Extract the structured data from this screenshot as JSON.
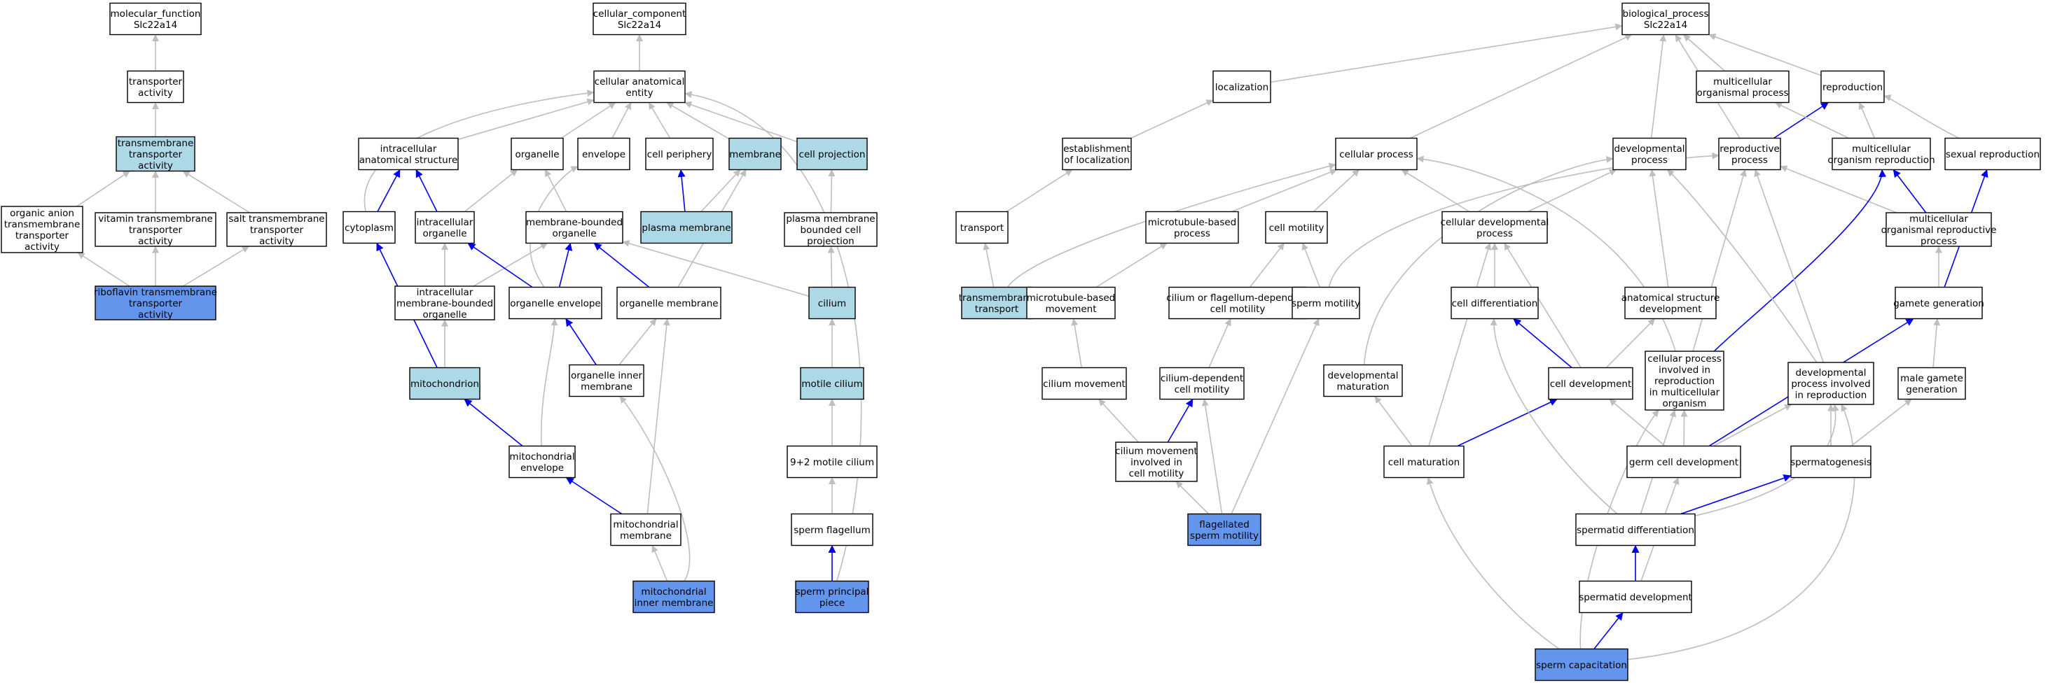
{
  "colors": {
    "default": "#ffffff",
    "light": "#add8e6",
    "dark": "#6495ed",
    "edge_gray": "#bebebe",
    "edge_blue": "#0000ee"
  },
  "nodes": [
    {
      "id": "mf",
      "lines": [
        "molecular_function",
        "Slc22a14"
      ],
      "style": "default"
    },
    {
      "id": "ta",
      "lines": [
        "transporter",
        "activity"
      ],
      "style": "default"
    },
    {
      "id": "tmta",
      "lines": [
        "transmembrane",
        "transporter",
        "activity"
      ],
      "style": "light"
    },
    {
      "id": "oata",
      "lines": [
        "organic anion",
        "transmembrane",
        "transporter",
        "activity"
      ],
      "style": "default"
    },
    {
      "id": "vtta",
      "lines": [
        "vitamin transmembrane",
        "transporter",
        "activity"
      ],
      "style": "default"
    },
    {
      "id": "stta",
      "lines": [
        "salt transmembrane",
        "transporter",
        "activity"
      ],
      "style": "default"
    },
    {
      "id": "rfta",
      "lines": [
        "riboflavin transmembrane",
        "transporter",
        "activity"
      ],
      "style": "dark"
    },
    {
      "id": "cc",
      "lines": [
        "cellular_component",
        "Slc22a14"
      ],
      "style": "default"
    },
    {
      "id": "cae",
      "lines": [
        "cellular anatomical",
        "entity"
      ],
      "style": "default"
    },
    {
      "id": "ias",
      "lines": [
        "intracellular",
        "anatomical structure"
      ],
      "style": "default"
    },
    {
      "id": "org",
      "lines": [
        "organelle"
      ],
      "style": "default"
    },
    {
      "id": "env",
      "lines": [
        "envelope"
      ],
      "style": "default"
    },
    {
      "id": "cper",
      "lines": [
        "cell periphery"
      ],
      "style": "default"
    },
    {
      "id": "mem",
      "lines": [
        "membrane"
      ],
      "style": "light"
    },
    {
      "id": "cproj",
      "lines": [
        "cell projection"
      ],
      "style": "light"
    },
    {
      "id": "cyto",
      "lines": [
        "cytoplasm"
      ],
      "style": "default"
    },
    {
      "id": "iorg",
      "lines": [
        "intracellular",
        "organelle"
      ],
      "style": "default"
    },
    {
      "id": "mbo",
      "lines": [
        "membrane-bounded",
        "organelle"
      ],
      "style": "default"
    },
    {
      "id": "pm",
      "lines": [
        "plasma membrane"
      ],
      "style": "light"
    },
    {
      "id": "pmbcp",
      "lines": [
        "plasma membrane",
        "bounded cell",
        "projection"
      ],
      "style": "default"
    },
    {
      "id": "imbo",
      "lines": [
        "intracellular",
        "membrane-bounded",
        "organelle"
      ],
      "style": "default"
    },
    {
      "id": "oenv",
      "lines": [
        "organelle envelope"
      ],
      "style": "default"
    },
    {
      "id": "omem",
      "lines": [
        "organelle membrane"
      ],
      "style": "default"
    },
    {
      "id": "cil",
      "lines": [
        "cilium"
      ],
      "style": "light"
    },
    {
      "id": "mito",
      "lines": [
        "mitochondrion"
      ],
      "style": "light"
    },
    {
      "id": "oim",
      "lines": [
        "organelle inner",
        "membrane"
      ],
      "style": "default"
    },
    {
      "id": "motc",
      "lines": [
        "motile cilium"
      ],
      "style": "light"
    },
    {
      "id": "menv",
      "lines": [
        "mitochondrial",
        "envelope"
      ],
      "style": "default"
    },
    {
      "id": "n92",
      "lines": [
        "9+2 motile cilium"
      ],
      "style": "default"
    },
    {
      "id": "mmem",
      "lines": [
        "mitochondrial",
        "membrane"
      ],
      "style": "default"
    },
    {
      "id": "sflag",
      "lines": [
        "sperm flagellum"
      ],
      "style": "default"
    },
    {
      "id": "mim",
      "lines": [
        "mitochondrial",
        "inner membrane"
      ],
      "style": "dark"
    },
    {
      "id": "spp",
      "lines": [
        "sperm principal",
        "piece"
      ],
      "style": "dark"
    },
    {
      "id": "bp",
      "lines": [
        "biological_process",
        "Slc22a14"
      ],
      "style": "default"
    },
    {
      "id": "loc",
      "lines": [
        "localization"
      ],
      "style": "default"
    },
    {
      "id": "mop",
      "lines": [
        "multicellular",
        "organismal process"
      ],
      "style": "default"
    },
    {
      "id": "repro",
      "lines": [
        "reproduction"
      ],
      "style": "default"
    },
    {
      "id": "eloc",
      "lines": [
        "establishment",
        "of localization"
      ],
      "style": "default"
    },
    {
      "id": "cp",
      "lines": [
        "cellular process"
      ],
      "style": "default"
    },
    {
      "id": "dp",
      "lines": [
        "developmental",
        "process"
      ],
      "style": "default"
    },
    {
      "id": "rp",
      "lines": [
        "reproductive",
        "process"
      ],
      "style": "default"
    },
    {
      "id": "mor",
      "lines": [
        "multicellular",
        "organism reproduction"
      ],
      "style": "default"
    },
    {
      "id": "sr",
      "lines": [
        "sexual reproduction"
      ],
      "style": "default"
    },
    {
      "id": "trans",
      "lines": [
        "transport"
      ],
      "style": "default"
    },
    {
      "id": "mtbp",
      "lines": [
        "microtubule-based",
        "process"
      ],
      "style": "default"
    },
    {
      "id": "cmot",
      "lines": [
        "cell motility"
      ],
      "style": "default"
    },
    {
      "id": "cdp",
      "lines": [
        "cellular developmental",
        "process"
      ],
      "style": "default"
    },
    {
      "id": "morp",
      "lines": [
        "multicellular",
        "organismal reproductive",
        "process"
      ],
      "style": "default"
    },
    {
      "id": "tmt",
      "lines": [
        "transmembrane",
        "transport"
      ],
      "style": "light"
    },
    {
      "id": "mtbm",
      "lines": [
        "microtubule-based",
        "movement"
      ],
      "style": "default"
    },
    {
      "id": "cfdcm",
      "lines": [
        "cilium or flagellum-dependent",
        "cell motility"
      ],
      "style": "default"
    },
    {
      "id": "smot",
      "lines": [
        "sperm motility"
      ],
      "style": "default"
    },
    {
      "id": "cdiff",
      "lines": [
        "cell differentiation"
      ],
      "style": "default"
    },
    {
      "id": "asd",
      "lines": [
        "anatomical structure",
        "development"
      ],
      "style": "default"
    },
    {
      "id": "gg",
      "lines": [
        "gamete generation"
      ],
      "style": "default"
    },
    {
      "id": "cm",
      "lines": [
        "cilium movement"
      ],
      "style": "default"
    },
    {
      "id": "cdcm",
      "lines": [
        "cilium-dependent",
        "cell motility"
      ],
      "style": "default"
    },
    {
      "id": "dmat",
      "lines": [
        "developmental",
        "maturation"
      ],
      "style": "default"
    },
    {
      "id": "cdev",
      "lines": [
        "cell development"
      ],
      "style": "default"
    },
    {
      "id": "cpir",
      "lines": [
        "cellular process",
        "involved in",
        "reproduction",
        "in multicellular",
        "organism"
      ],
      "style": "default"
    },
    {
      "id": "dpir",
      "lines": [
        "developmental",
        "process involved",
        "in reproduction"
      ],
      "style": "default"
    },
    {
      "id": "mgg",
      "lines": [
        "male gamete",
        "generation"
      ],
      "style": "default"
    },
    {
      "id": "cmicm",
      "lines": [
        "cilium movement",
        "involved in",
        "cell motility"
      ],
      "style": "default"
    },
    {
      "id": "cmat",
      "lines": [
        "cell maturation"
      ],
      "style": "default"
    },
    {
      "id": "gcd",
      "lines": [
        "germ cell development"
      ],
      "style": "default"
    },
    {
      "id": "sgen",
      "lines": [
        "spermatogenesis"
      ],
      "style": "default"
    },
    {
      "id": "fsm",
      "lines": [
        "flagellated",
        "sperm motility"
      ],
      "style": "dark"
    },
    {
      "id": "sdiff",
      "lines": [
        "spermatid differentiation"
      ],
      "style": "default"
    },
    {
      "id": "sdev",
      "lines": [
        "spermatid development"
      ],
      "style": "default"
    },
    {
      "id": "scap",
      "lines": [
        "sperm capacitation"
      ],
      "style": "dark"
    }
  ],
  "edges": [
    [
      "ta",
      "mf",
      "gray"
    ],
    [
      "tmta",
      "ta",
      "gray"
    ],
    [
      "oata",
      "tmta",
      "gray"
    ],
    [
      "vtta",
      "tmta",
      "gray"
    ],
    [
      "stta",
      "tmta",
      "gray"
    ],
    [
      "rfta",
      "oata",
      "gray"
    ],
    [
      "rfta",
      "vtta",
      "gray"
    ],
    [
      "rfta",
      "stta",
      "gray"
    ],
    [
      "cae",
      "cc",
      "gray"
    ],
    [
      "ias",
      "cae",
      "gray"
    ],
    [
      "org",
      "cae",
      "gray"
    ],
    [
      "env",
      "cae",
      "gray"
    ],
    [
      "cper",
      "cae",
      "gray"
    ],
    [
      "mem",
      "cae",
      "gray"
    ],
    [
      "cproj",
      "cae",
      "gray"
    ],
    [
      "cyto",
      "cae",
      "gray"
    ],
    [
      "spp",
      "cae",
      "gray"
    ],
    [
      "cyto",
      "ias",
      "blue"
    ],
    [
      "iorg",
      "ias",
      "blue"
    ],
    [
      "iorg",
      "org",
      "gray"
    ],
    [
      "mbo",
      "org",
      "gray"
    ],
    [
      "pm",
      "cper",
      "blue"
    ],
    [
      "pm",
      "mem",
      "gray"
    ],
    [
      "pmbcp",
      "cproj",
      "gray"
    ],
    [
      "imbo",
      "iorg",
      "gray"
    ],
    [
      "imbo",
      "mbo",
      "gray"
    ],
    [
      "oenv",
      "iorg",
      "blue"
    ],
    [
      "oenv",
      "mbo",
      "blue"
    ],
    [
      "oenv",
      "env",
      "gray"
    ],
    [
      "omem",
      "mbo",
      "blue"
    ],
    [
      "omem",
      "mem",
      "gray"
    ],
    [
      "cil",
      "mbo",
      "gray"
    ],
    [
      "cil",
      "pmbcp",
      "gray"
    ],
    [
      "mito",
      "cyto",
      "blue"
    ],
    [
      "mito",
      "imbo",
      "gray"
    ],
    [
      "oim",
      "oenv",
      "blue"
    ],
    [
      "oim",
      "omem",
      "gray"
    ],
    [
      "motc",
      "cil",
      "gray"
    ],
    [
      "menv",
      "mito",
      "blue"
    ],
    [
      "menv",
      "oenv",
      "gray"
    ],
    [
      "n92",
      "motc",
      "gray"
    ],
    [
      "mmem",
      "menv",
      "blue"
    ],
    [
      "mmem",
      "omem",
      "gray"
    ],
    [
      "sflag",
      "n92",
      "gray"
    ],
    [
      "mim",
      "mmem",
      "gray"
    ],
    [
      "mim",
      "oim",
      "gray"
    ],
    [
      "spp",
      "sflag",
      "blue"
    ],
    [
      "loc",
      "bp",
      "gray"
    ],
    [
      "cp",
      "bp",
      "gray"
    ],
    [
      "dp",
      "bp",
      "gray"
    ],
    [
      "mop",
      "bp",
      "gray"
    ],
    [
      "repro",
      "bp",
      "gray"
    ],
    [
      "rp",
      "bp",
      "gray"
    ],
    [
      "eloc",
      "loc",
      "gray"
    ],
    [
      "trans",
      "eloc",
      "gray"
    ],
    [
      "tmt",
      "trans",
      "gray"
    ],
    [
      "tmt",
      "cp",
      "gray"
    ],
    [
      "rp",
      "repro",
      "blue"
    ],
    [
      "mor",
      "repro",
      "gray"
    ],
    [
      "mor",
      "mop",
      "gray"
    ],
    [
      "sr",
      "repro",
      "gray"
    ],
    [
      "mtbp",
      "cp",
      "gray"
    ],
    [
      "cmot",
      "cp",
      "gray"
    ],
    [
      "cdp",
      "cp",
      "gray"
    ],
    [
      "cdp",
      "dp",
      "gray"
    ],
    [
      "morp",
      "mor",
      "blue"
    ],
    [
      "morp",
      "rp",
      "gray"
    ],
    [
      "mtbm",
      "mtbp",
      "gray"
    ],
    [
      "cfdcm",
      "cmot",
      "gray"
    ],
    [
      "smot",
      "cmot",
      "gray"
    ],
    [
      "smot",
      "rp",
      "gray"
    ],
    [
      "cdiff",
      "cdp",
      "gray"
    ],
    [
      "asd",
      "dp",
      "gray"
    ],
    [
      "gg",
      "morp",
      "gray"
    ],
    [
      "gg",
      "sr",
      "blue"
    ],
    [
      "cm",
      "mtbm",
      "gray"
    ],
    [
      "cdcm",
      "cfdcm",
      "gray"
    ],
    [
      "dmat",
      "dp",
      "gray"
    ],
    [
      "cdev",
      "cdiff",
      "blue"
    ],
    [
      "cdev",
      "cdp",
      "gray"
    ],
    [
      "cdev",
      "asd",
      "gray"
    ],
    [
      "cpir",
      "mor",
      "blue"
    ],
    [
      "cpir",
      "rp",
      "gray"
    ],
    [
      "cpir",
      "cp",
      "gray"
    ],
    [
      "dpir",
      "rp",
      "gray"
    ],
    [
      "dpir",
      "dp",
      "gray"
    ],
    [
      "mgg",
      "gg",
      "gray"
    ],
    [
      "cmicm",
      "cm",
      "gray"
    ],
    [
      "cmicm",
      "cdcm",
      "blue"
    ],
    [
      "cmat",
      "cdp",
      "gray"
    ],
    [
      "cmat",
      "dmat",
      "gray"
    ],
    [
      "cmat",
      "cdev",
      "blue"
    ],
    [
      "gcd",
      "gg",
      "blue"
    ],
    [
      "gcd",
      "cdev",
      "gray"
    ],
    [
      "gcd",
      "cpir",
      "gray"
    ],
    [
      "gcd",
      "dpir",
      "gray"
    ],
    [
      "sgen",
      "mgg",
      "gray"
    ],
    [
      "sgen",
      "dpir",
      "gray"
    ],
    [
      "fsm",
      "cmicm",
      "gray"
    ],
    [
      "fsm",
      "cdcm",
      "gray"
    ],
    [
      "fsm",
      "smot",
      "gray"
    ],
    [
      "sdiff",
      "sgen",
      "blue"
    ],
    [
      "sdiff",
      "cdiff",
      "gray"
    ],
    [
      "sdiff",
      "cpir",
      "gray"
    ],
    [
      "sdiff",
      "dpir",
      "gray"
    ],
    [
      "sdev",
      "sdiff",
      "blue"
    ],
    [
      "sdev",
      "gcd",
      "gray"
    ],
    [
      "scap",
      "sdev",
      "blue"
    ],
    [
      "scap",
      "cmat",
      "gray"
    ],
    [
      "scap",
      "cpir",
      "gray"
    ],
    [
      "scap",
      "dpir",
      "gray"
    ]
  ]
}
